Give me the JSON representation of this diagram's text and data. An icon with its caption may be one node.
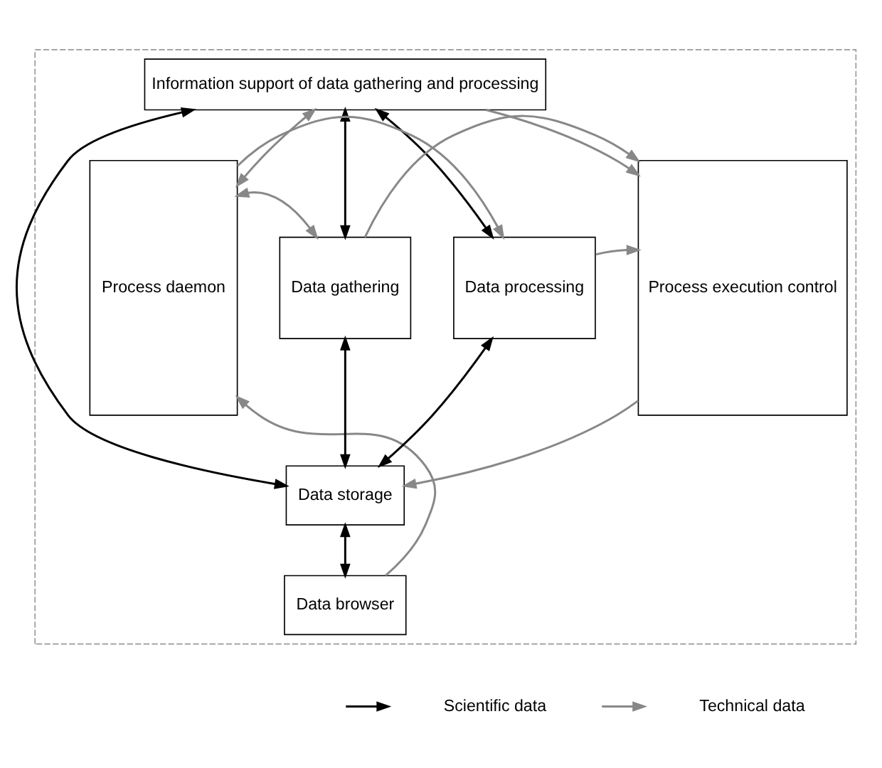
{
  "diagram": {
    "nodes": [
      {
        "text": [],
        "shape": "box"
      },
      {
        "text": [
          "Process daemon"
        ],
        "in": 0
      },
      {
        "text": [
          "Information support of data gathering and processing"
        ],
        "in": 0
      },
      {
        "text": [
          "Process execution control"
        ],
        "in": 0
      },
      {
        "text": [
          "Data gathering"
        ],
        "in": 0
      },
      {
        "text": [
          "Data processing"
        ],
        "in": 0
      },
      {
        "text": [
          "Data storage"
        ],
        "in": 0
      },
      {
        "text": [
          "Data browser"
        ],
        "in": 0
      }
    ],
    "edges": [
      {
        "from": 1,
        "to": 2,
        "arrow": "both"
      },
      {
        "from": 2,
        "to": 3,
        "arrow": "to"
      },
      {
        "from": 2,
        "to": 4,
        "arrow": "both",
        "color": "#000000"
      },
      {
        "from": 2,
        "to": 6,
        "arrow": "both",
        "color": "#000000"
      },
      {
        "from": 2,
        "to": 5,
        "arrow": "both",
        "color": "#000000"
      },
      {
        "from": 4,
        "to": 3,
        "arrow": "to"
      },
      {
        "from": 1,
        "to": 4,
        "arrow": "both"
      },
      {
        "from": 5,
        "to": 3,
        "arrow": "to"
      },
      {
        "from": 1,
        "to": 5,
        "arrow": "to"
      },
      {
        "from": 4,
        "to": 6,
        "arrow": "both",
        "color": "#000000"
      },
      {
        "from": 5,
        "to": 6,
        "arrow": "both",
        "color": "#000000"
      },
      {
        "from": 3,
        "to": 6,
        "arrow": "to"
      },
      {
        "from": 6,
        "to": 7,
        "arrow": "both",
        "color": "#000000"
      },
      {
        "from": 7,
        "to": 1,
        "arrow": "to"
      }
    ],
    "legend": [
      {
        "text": "Scientific data"
      },
      {
        "text": "Technical data"
      }
    ]
  }
}
